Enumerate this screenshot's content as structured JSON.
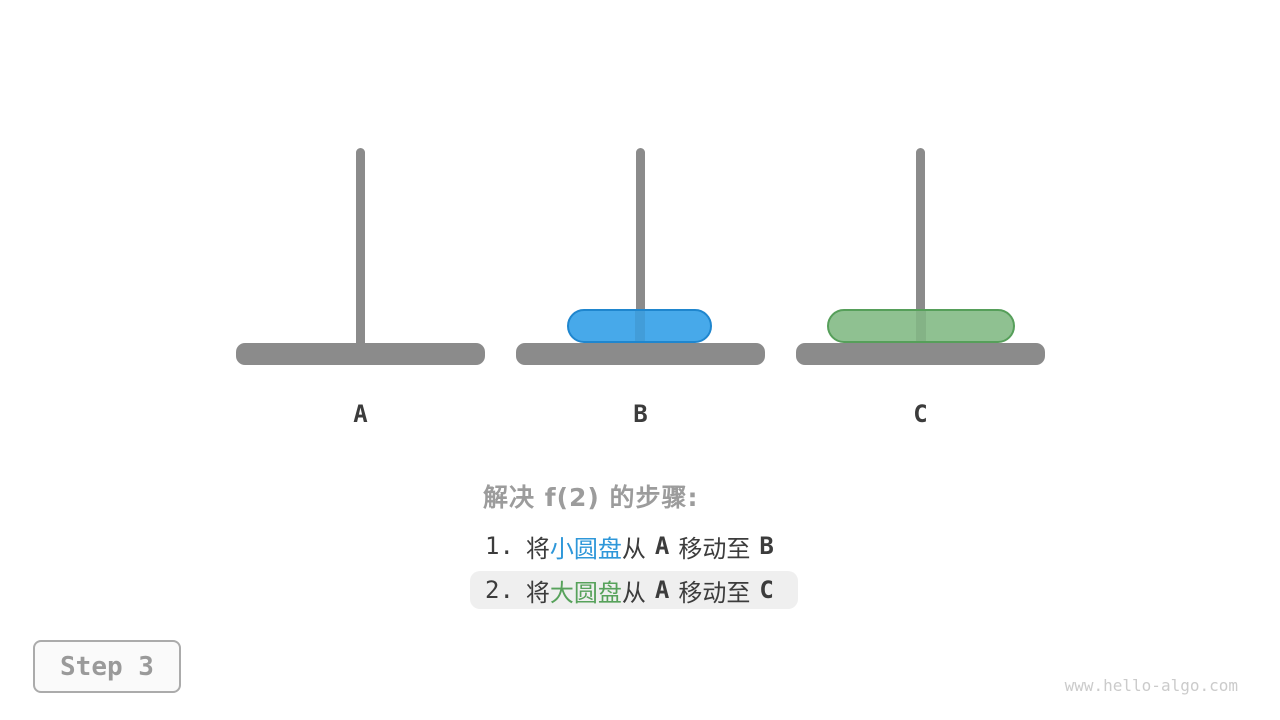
{
  "figure": {
    "title": "解决 f(2) 的步骤:",
    "watermark": "www.hello-algo.com",
    "step_badge": {
      "label": "Step 3"
    }
  },
  "pegs": [
    {
      "id": "A",
      "label": "A",
      "disks": []
    },
    {
      "id": "B",
      "label": "B",
      "disks": [
        "small"
      ]
    },
    {
      "id": "C",
      "label": "C",
      "disks": [
        "large"
      ]
    }
  ],
  "disks": [
    {
      "id": "small",
      "name": "小圆盘",
      "on_peg": "B",
      "fill": "#47a9ea",
      "border": "#1f86ce"
    },
    {
      "id": "large",
      "name": "大圆盘",
      "on_peg": "C",
      "fill": "#8fc191",
      "border": "#569f5a"
    }
  ],
  "steps": [
    {
      "num": "1.",
      "seg_move": "将",
      "disk": "小圆盘",
      "seg_from": "从",
      "from": "A",
      "seg_to": "移动至",
      "to": "B",
      "highlighted": false
    },
    {
      "num": "2.",
      "seg_move": "将",
      "disk": "大圆盘",
      "seg_from": "从",
      "from": "A",
      "seg_to": "移动至",
      "to": "C",
      "highlighted": true
    }
  ],
  "colors": {
    "peg_gray": "#8b8b8b",
    "label_dark": "#3c3c3c",
    "title_gray": "#9c9c9c",
    "blue_text": "#2e97d9",
    "green_text": "#57a25b",
    "highlight_bg": "#efefef",
    "badge_border": "#ababab",
    "badge_bg": "#fafafa",
    "badge_text": "#9a9a9a",
    "watermark_gray": "#cbcbcb"
  }
}
